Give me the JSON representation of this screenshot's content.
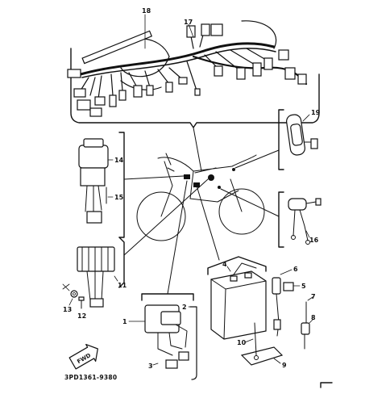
{
  "diagram": {
    "figure_code": "3PD1361-9380",
    "fwd_label": "FWD",
    "callouts": {
      "wire_harness": "18",
      "harness_connector": "17",
      "grip_switch": "19",
      "main_switch": "14",
      "switch_screw": "15",
      "relay": "16",
      "rectifier_regulator": "11",
      "nut": "13",
      "bolt": "12",
      "battery": "4",
      "battery_lead": "6",
      "fuse_holder": "5",
      "fuse": "7",
      "fuse_spare": "8",
      "battery_band": "9",
      "lead_wire": "10",
      "cdi_unit": "1",
      "clamp": "2",
      "coupler": "3"
    }
  }
}
